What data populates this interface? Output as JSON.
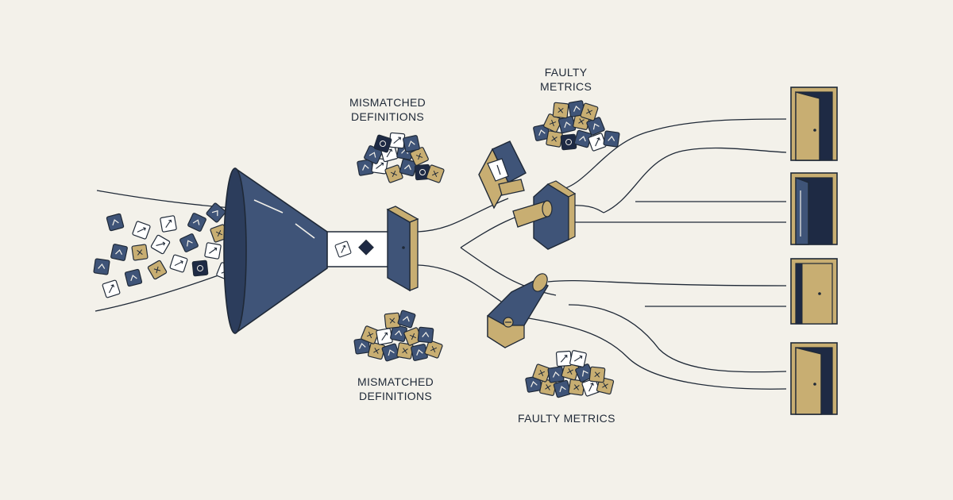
{
  "labels": {
    "top_left": [
      "MISMATCHED",
      "DEFINITIONS"
    ],
    "top_right": [
      "FAULTY",
      "METRICS"
    ],
    "bottom_left": [
      "MISMATCHED",
      "DEFINITIONS"
    ],
    "bottom_right": [
      "FAULTY METRICS"
    ]
  },
  "colors": {
    "background": "#f3f1ea",
    "navy": "#3f5478",
    "tan": "#c8ae72",
    "ink": "#1f2937",
    "dark": "#1e2a44"
  },
  "icons": {
    "funnel": "funnel-icon",
    "gate": "gate-valve-icon",
    "sorter": "sorting-arm-icon",
    "door": "door-icon",
    "tile": "data-tile-icon",
    "pile": "tile-pile-icon"
  },
  "doors": [
    {
      "state": "open"
    },
    {
      "state": "ajar"
    },
    {
      "state": "closed"
    },
    {
      "state": "open"
    }
  ]
}
